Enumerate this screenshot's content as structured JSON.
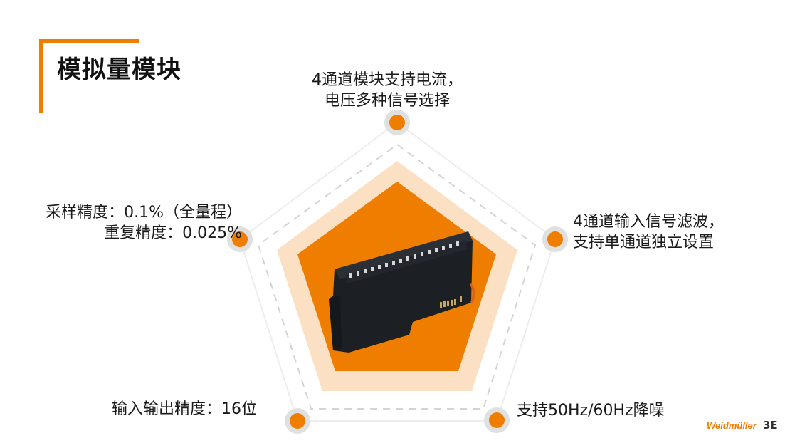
{
  "slide": {
    "title": "模拟量模块",
    "accent_color": "#ee7d00",
    "light_accent_color": "#fbe0c4"
  },
  "features": {
    "top": {
      "line1": "4通道模块支持电流，",
      "line2": "电压多种信号选择"
    },
    "right": {
      "line1": "4通道输入信号滤波，",
      "line2": "支持单通道独立设置"
    },
    "left": {
      "line1": "采样精度：0.1%（全量程）",
      "line2": "重复精度：0.025%"
    },
    "bottom_left": {
      "text": "输入输出精度：16位"
    },
    "bottom_right": {
      "text": "支持50Hz/60Hz降噪"
    }
  },
  "product_image": {
    "description": "black-io-module-icon"
  },
  "brand": {
    "name": "Weidmüller",
    "mark": "3E"
  }
}
